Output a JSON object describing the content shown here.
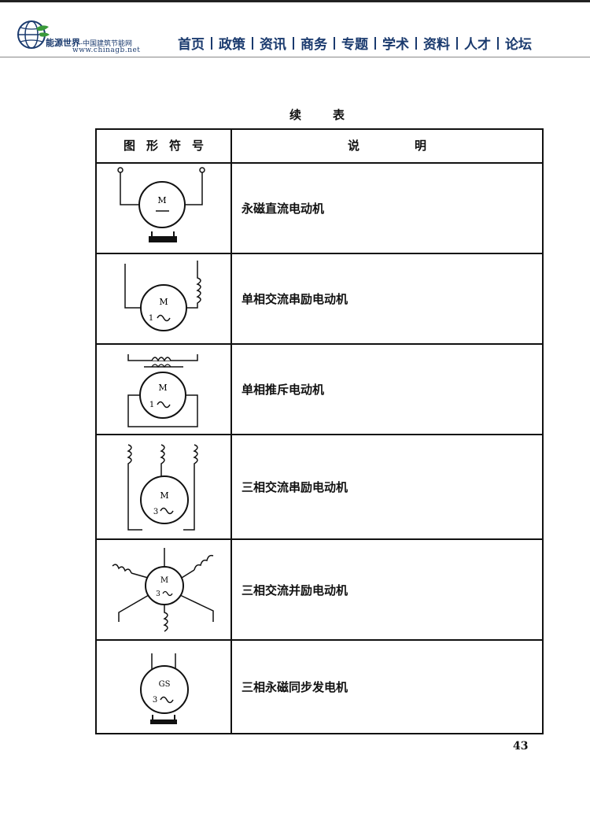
{
  "site": {
    "logo_name": "能源世界",
    "logo_sub": "-中国建筑节能网",
    "logo_url": "www.chinagb.net",
    "nav": [
      "首页",
      "政策",
      "资讯",
      "商务",
      "专题",
      "学术",
      "资料",
      "人才",
      "论坛"
    ]
  },
  "doc": {
    "title": [
      "续",
      "表"
    ],
    "header_symbol": "图形符号",
    "header_desc": "说明",
    "rows": [
      {
        "motor_label": "M",
        "phase": "",
        "desc": "永磁直流电动机"
      },
      {
        "motor_label": "M",
        "phase": "1",
        "desc": "单相交流串励电动机"
      },
      {
        "motor_label": "M",
        "phase": "1",
        "desc": "单相推斥电动机"
      },
      {
        "motor_label": "M",
        "phase": "3",
        "desc": "三相交流串励电动机"
      },
      {
        "motor_label": "M",
        "phase": "3",
        "desc": "三相交流并励电动机"
      },
      {
        "motor_label": "GS",
        "phase": "3",
        "desc": "三相永磁同步发电机"
      }
    ],
    "page_number": "43"
  }
}
